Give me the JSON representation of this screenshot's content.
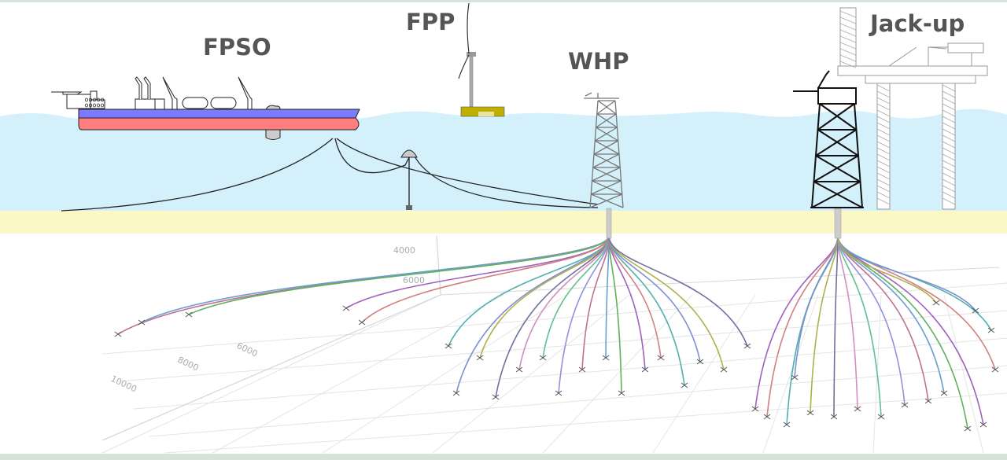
{
  "labels": {
    "fpso": "FPSO",
    "fpp": "FPP",
    "whp": "WHP",
    "jackup": "Jack-up"
  },
  "plot_ticks": {
    "vertical": [
      "4000",
      "6000"
    ],
    "horizontal": [
      "6000",
      "8000",
      "10000"
    ]
  },
  "colors": {
    "sea": "#d3f0fb",
    "seabed": "#fcf8c5",
    "hull_deck": "#7b7bff",
    "hull_bottom": "#ff7f7f",
    "label": "#555555",
    "frame": "#d6e3d8"
  }
}
